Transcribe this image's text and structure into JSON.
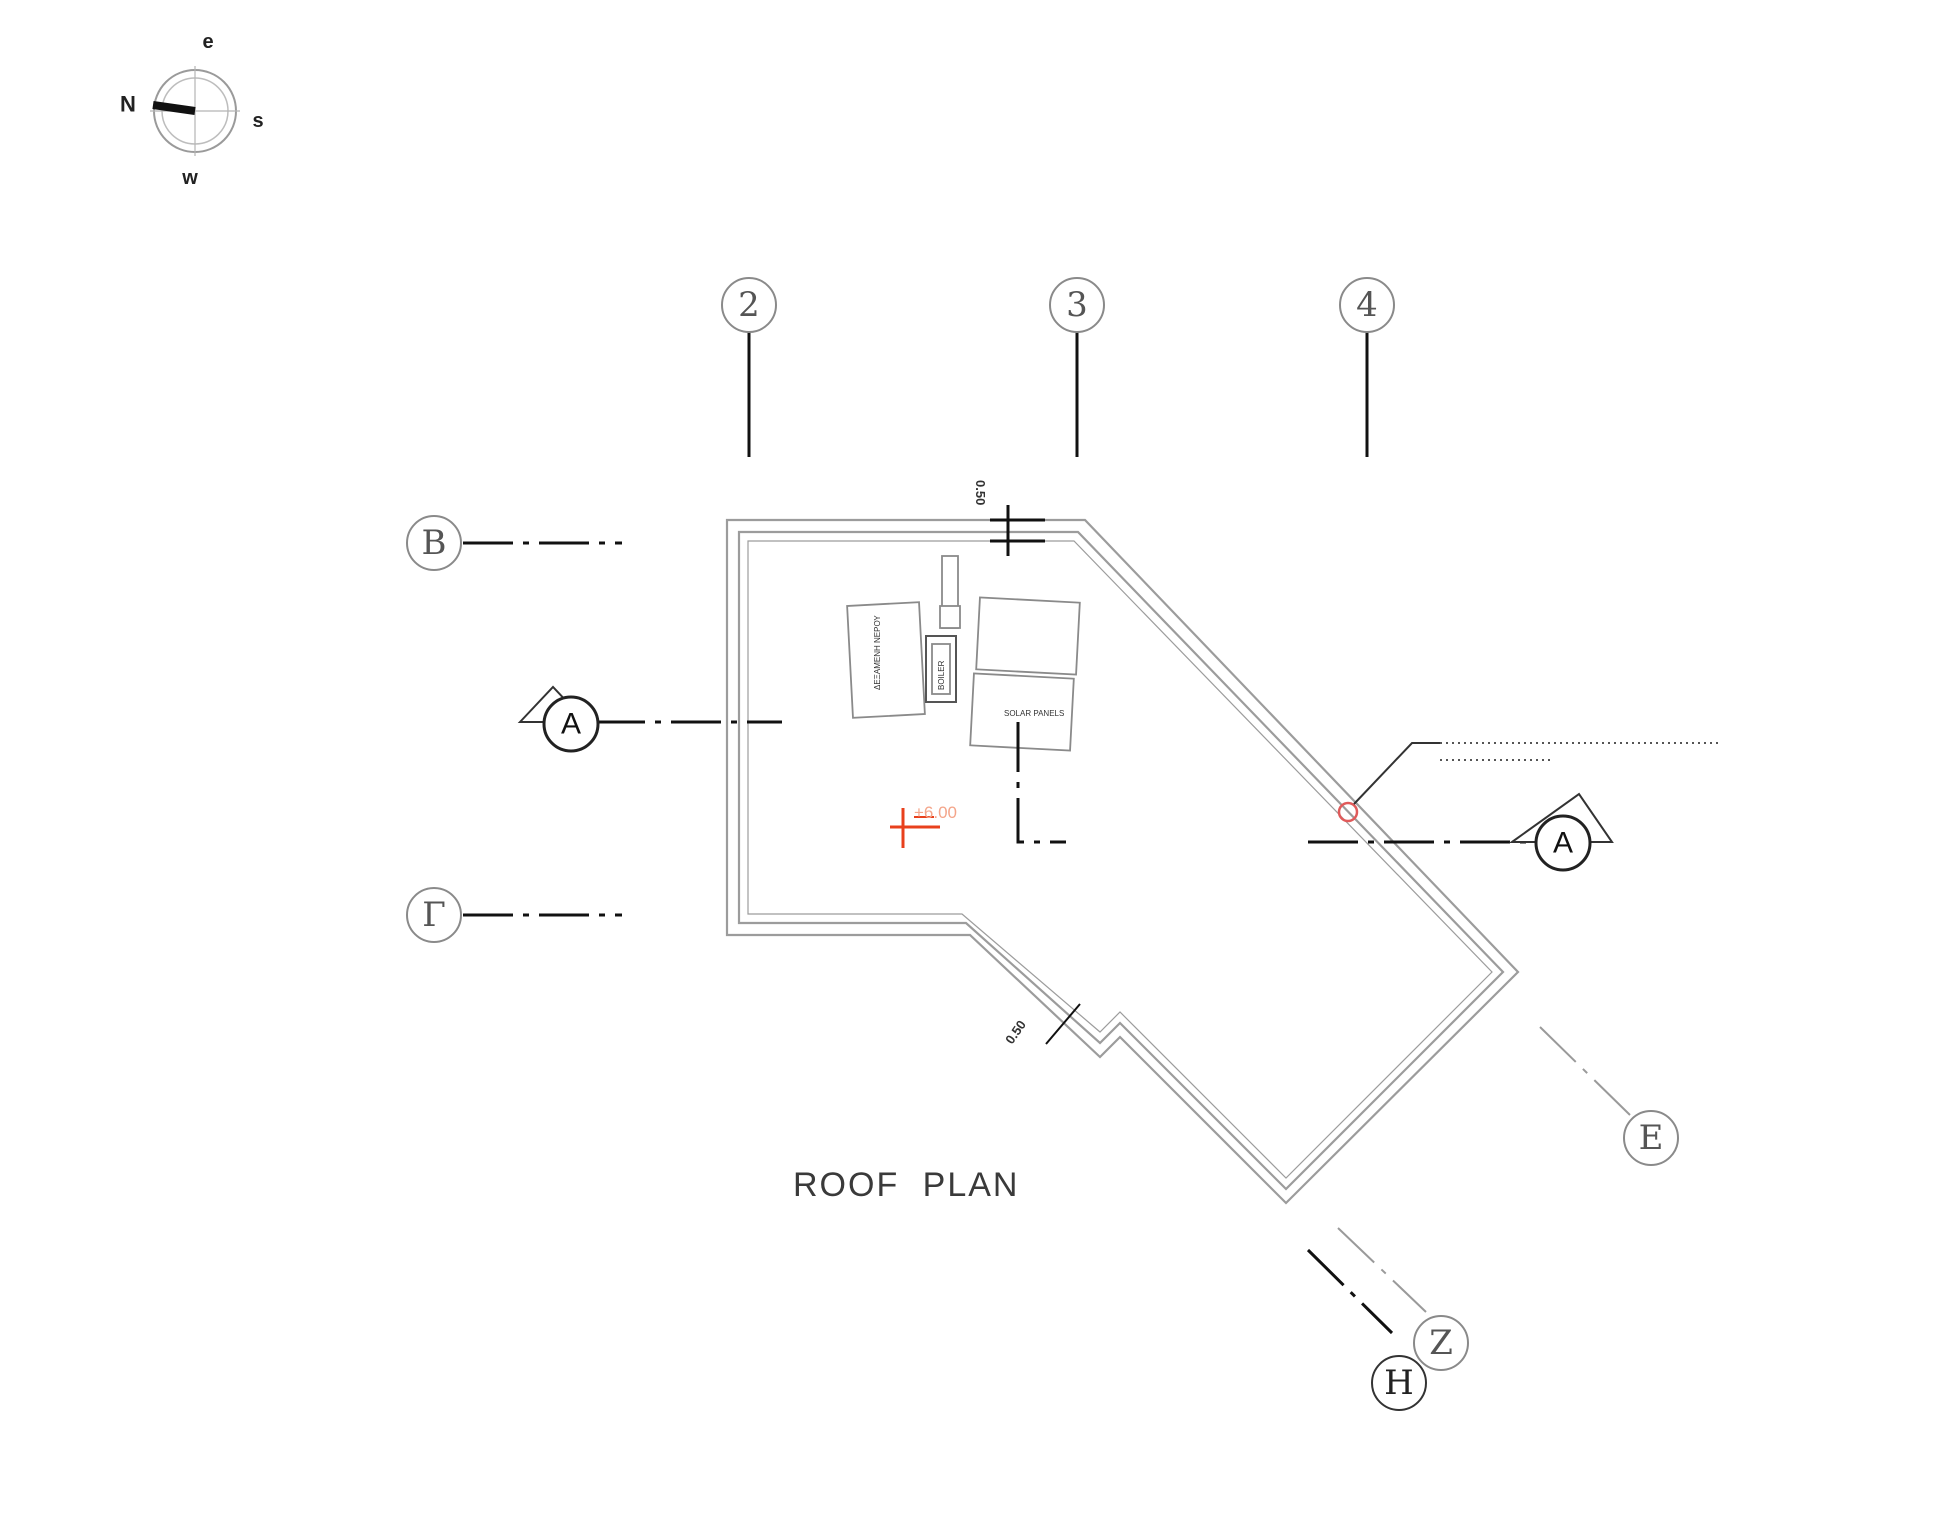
{
  "compass": {
    "north": "N",
    "east": "e",
    "south": "s",
    "west": "w"
  },
  "grid_columns": [
    "2",
    "3",
    "4"
  ],
  "grid_rows_left": [
    "B",
    "Γ"
  ],
  "grid_rows_right": [
    "E",
    "Z",
    "H"
  ],
  "section_marker": "A",
  "dimension_top": "0.50",
  "dimension_bottom": "0.50",
  "equipment": {
    "water_tank_label": "ΔΕΞΑΜΕΝΗ ΝΕΡΟΥ",
    "solar_panels_label": "SOLAR PANELS",
    "boiler_label": "BOILER"
  },
  "level_marker": "+6.00",
  "title": "ROOF PLAN",
  "colors": {
    "level_marker": "#e8401c",
    "leader_marker": "#e05a5a"
  }
}
